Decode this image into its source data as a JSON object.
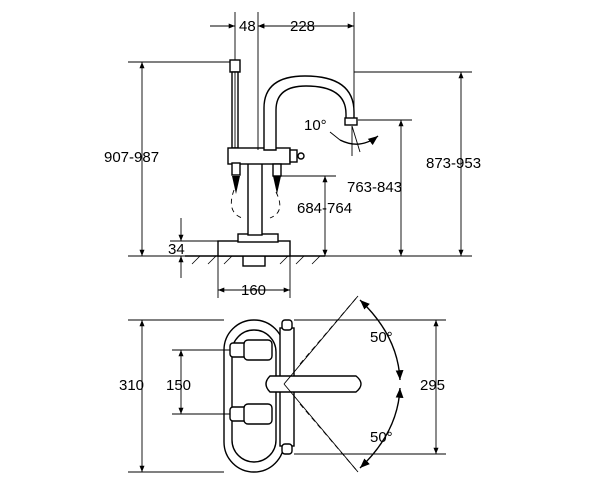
{
  "side_view": {
    "dims": {
      "spacing_48": "48",
      "reach_228": "228",
      "height_907_987": "907-987",
      "height_873_953": "873-953",
      "height_763_843": "763-843",
      "height_684_764": "684-764",
      "base_34": "34",
      "base_width_160": "160",
      "spout_angle_10": "10°"
    }
  },
  "top_view": {
    "dims": {
      "depth_310": "310",
      "spacing_150": "150",
      "depth_295": "295",
      "swivel_upper_50": "50°",
      "swivel_lower_50": "50°"
    }
  }
}
